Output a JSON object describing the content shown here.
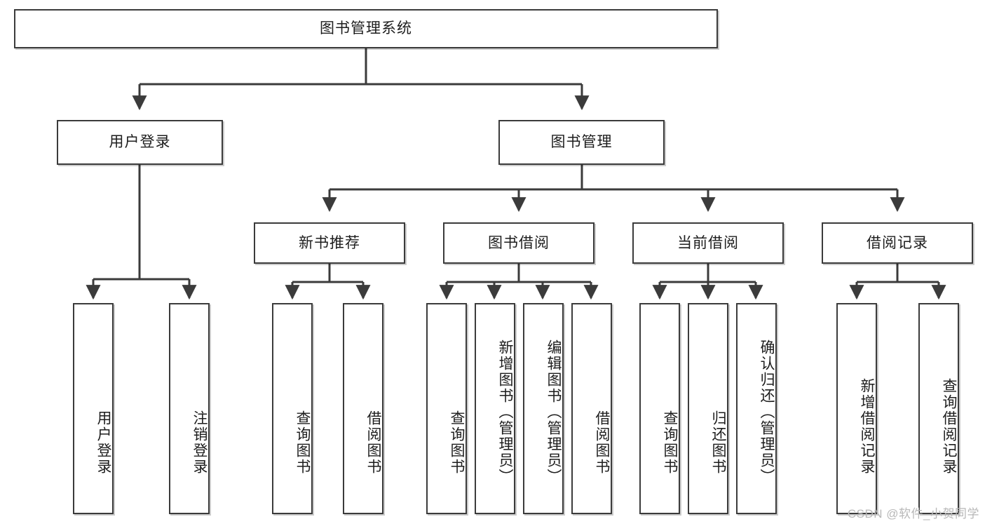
{
  "diagram": {
    "title": "图书管理系统",
    "type": "tree-hierarchy",
    "watermark": "CSDN @软件_小贺同学",
    "colors": {
      "box_border": "#3b3b3b",
      "box_fill": "#ffffff",
      "text": "#1d1d1d",
      "edge": "#3b3b3b",
      "watermark": "#b8b8b8"
    },
    "nodes": {
      "root": {
        "label": "图书管理系统"
      },
      "level2": [
        {
          "id": "user-login",
          "label": "用户登录"
        },
        {
          "id": "book-manage",
          "label": "图书管理"
        }
      ],
      "level3": [
        {
          "id": "new-book-recommend",
          "label": "新书推荐"
        },
        {
          "id": "book-borrow",
          "label": "图书借阅"
        },
        {
          "id": "current-borrow",
          "label": "当前借阅"
        },
        {
          "id": "borrow-record",
          "label": "借阅记录"
        }
      ],
      "leaves": {
        "user-login": [
          {
            "id": "leaf-user-login",
            "label": "用户登录"
          },
          {
            "id": "leaf-logout-login",
            "label": "注销登录"
          }
        ],
        "new-book-recommend": [
          {
            "id": "leaf-query-book-1",
            "label": "查询图书"
          },
          {
            "id": "leaf-borrow-book-1",
            "label": "借阅图书"
          }
        ],
        "book-borrow": [
          {
            "id": "leaf-query-book-2",
            "label": "查询图书"
          },
          {
            "id": "leaf-add-book",
            "label": "新增图书（管理员）"
          },
          {
            "id": "leaf-edit-book",
            "label": "编辑图书（管理员）"
          },
          {
            "id": "leaf-borrow-book-2",
            "label": "借阅图书"
          }
        ],
        "current-borrow": [
          {
            "id": "leaf-query-book-3",
            "label": "查询图书"
          },
          {
            "id": "leaf-return-book",
            "label": "归还图书"
          },
          {
            "id": "leaf-confirm-return",
            "label": "确认归还（管理员）"
          }
        ],
        "borrow-record": [
          {
            "id": "leaf-add-record",
            "label": "新增借阅记录"
          },
          {
            "id": "leaf-query-record",
            "label": "查询借阅记录"
          }
        ]
      }
    }
  }
}
